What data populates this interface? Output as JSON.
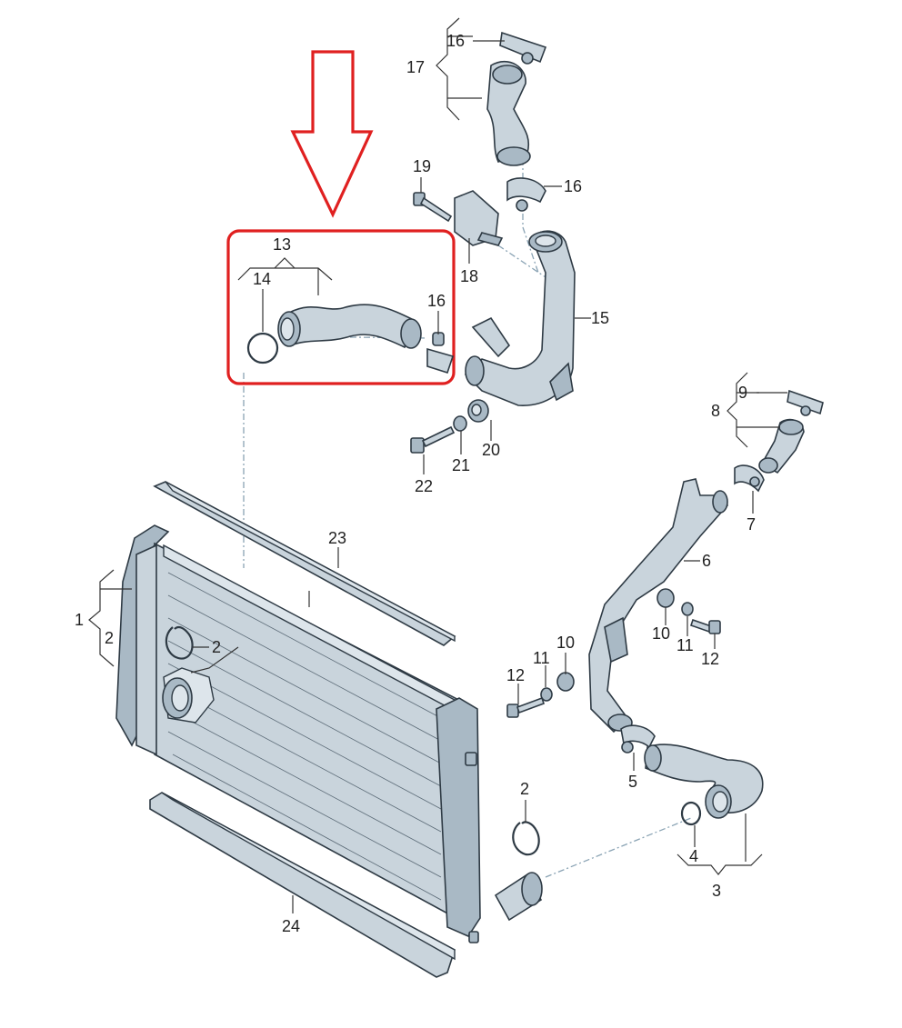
{
  "diagram": {
    "labels": {
      "l1": "1",
      "l2a": "2",
      "l2b": "2",
      "l2c": "2",
      "l3": "3",
      "l4": "4",
      "l5": "5",
      "l6": "6",
      "l7": "7",
      "l8": "8",
      "l9": "9",
      "l10a": "10",
      "l10b": "10",
      "l11a": "11",
      "l11b": "11",
      "l12a": "12",
      "l12b": "12",
      "l13": "13",
      "l14": "14",
      "l15": "15",
      "l16a": "16",
      "l16b": "16",
      "l16c": "16",
      "l17": "17",
      "l18": "18",
      "l19": "19",
      "l20": "20",
      "l21": "21",
      "l22": "22",
      "l23": "23",
      "l24": "24"
    },
    "colors": {
      "highlight_box": "#e02020",
      "arrow": "#e02020",
      "part_fill": "#c9d4dc",
      "outline": "#2e3a44"
    }
  }
}
